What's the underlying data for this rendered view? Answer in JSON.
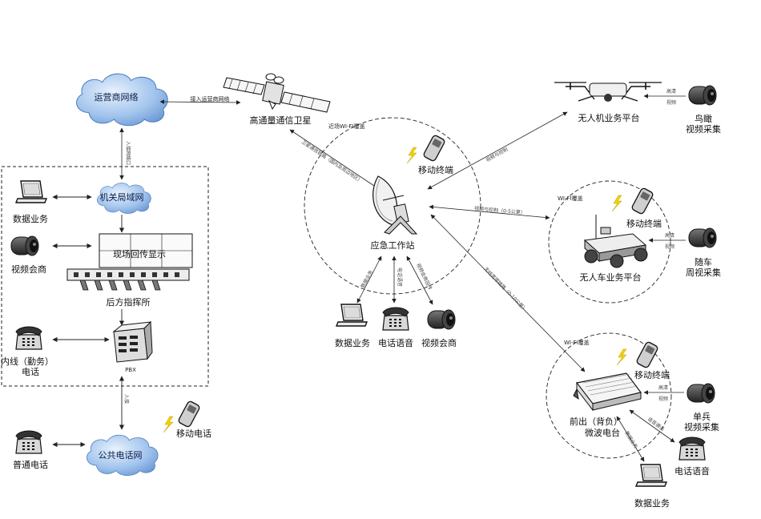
{
  "nodes": {
    "operator_network": "运营商网络",
    "satellite": "高通量通信卫星",
    "intranet": "机关局域网",
    "data_service_left": "数据业务",
    "video_conf_left": "视频会商",
    "video_wall": "现场回传显示",
    "command_center": "后方指挥所",
    "internal_phone": "内线（勤务）\n电话",
    "pbx": "PBX",
    "public_phone_net": "公共电话网",
    "mobile_phone_left": "移动电话",
    "ordinary_phone": "普通电话",
    "wifi_near": "近场WI-FI覆盖",
    "mobile_terminal_center": "移动终端",
    "emergency_station": "应急工作站",
    "data_service_center": "数据业务",
    "voice_center": "电话语音",
    "video_conf_center": "视频会商",
    "uav_platform": "无人机业务平台",
    "hd_video_1": "高清\n视频",
    "birdseye_camera": "鸟瞰\n视频采集",
    "wifi_vehicle": "WI-FI覆盖",
    "mobile_terminal_vehicle": "移动终端",
    "ugv_platform": "无人车业务平台",
    "hd_video_2": "高清\n视频",
    "vehicle_camera": "随车\n周视采集",
    "wifi_backpack": "WI-FI覆盖",
    "mobile_terminal_backpack": "移动终端",
    "backpack_radio": "前出（背负）\n微波电台",
    "hd_video_3": "高清\n视频",
    "soldier_camera": "单兵\n视频采集",
    "voice_backpack": "电话语音",
    "data_service_backpack": "数据业务"
  },
  "link_labels": {
    "operator_satellite": "接入运营商网络",
    "operator_intranet": "入接网络口",
    "satellite_station": "卫星通信链路（国内及周边地区）",
    "uav_station": "视频与控制",
    "ugv_station": "视频与控制（0-5公里）",
    "backpack_station": "无线宽带链路（0-10公里）",
    "station_data": "数据业务",
    "station_voice": "电话语音",
    "station_video": "视频会商回传",
    "pbx_public": "入接",
    "backpack_voice": "语音通话",
    "backpack_data": "数据业务"
  },
  "colors": {
    "cloud_fill": "#8fb6e6",
    "cloud_light": "#dcebfb",
    "line": "#333333",
    "lightning": "#e6c400"
  }
}
